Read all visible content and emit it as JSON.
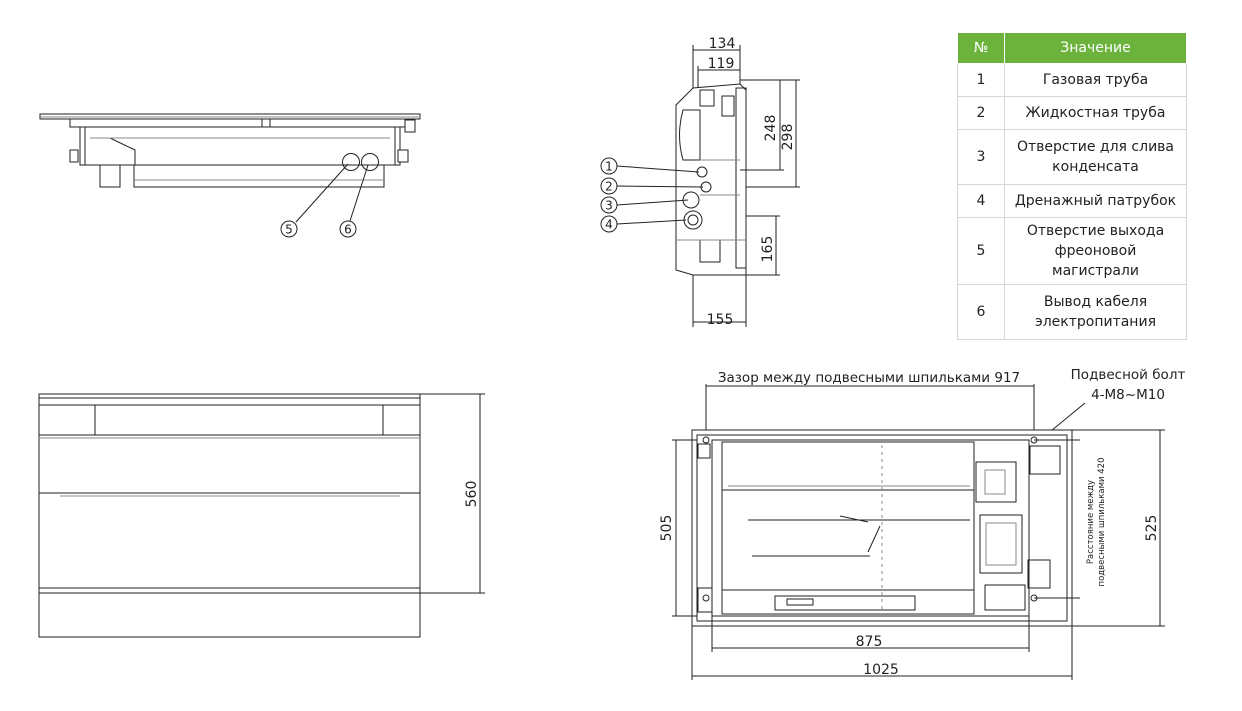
{
  "legend": {
    "header_num": "№",
    "header_value": "Значение",
    "rows": [
      {
        "num": "1",
        "value": "Газовая труба"
      },
      {
        "num": "2",
        "value": "Жидкостная труба"
      },
      {
        "num": "3",
        "value": "Отверстие для слива конденсата"
      },
      {
        "num": "4",
        "value": "Дренажный патрубок"
      },
      {
        "num": "5",
        "value": "Отверстие выхода фреоновой магистрали"
      },
      {
        "num": "6",
        "value": "Вывод кабеля электропитания"
      }
    ]
  },
  "side_view": {
    "dims": {
      "top_134": "134",
      "top_119": "119",
      "right_248": "248",
      "right_298": "298",
      "right_165": "165",
      "bottom_155": "155"
    },
    "callouts": [
      "1",
      "2",
      "3",
      "4"
    ]
  },
  "front_view": {
    "callouts": [
      "5",
      "6"
    ]
  },
  "top_view": {
    "dims": {
      "height_560": "560"
    }
  },
  "bottom_view": {
    "gap_label": "Зазор между подвесными шпильками 917",
    "bolt_label_1": "Подвесной болт",
    "bolt_label_2": "4-M8~M10",
    "side_label_1": "Расстояние между",
    "side_label_2": "подвесными шпильками 420",
    "dims": {
      "left_505": "505",
      "right_525": "525",
      "bottom_875": "875",
      "bottom_1025": "1025"
    }
  }
}
